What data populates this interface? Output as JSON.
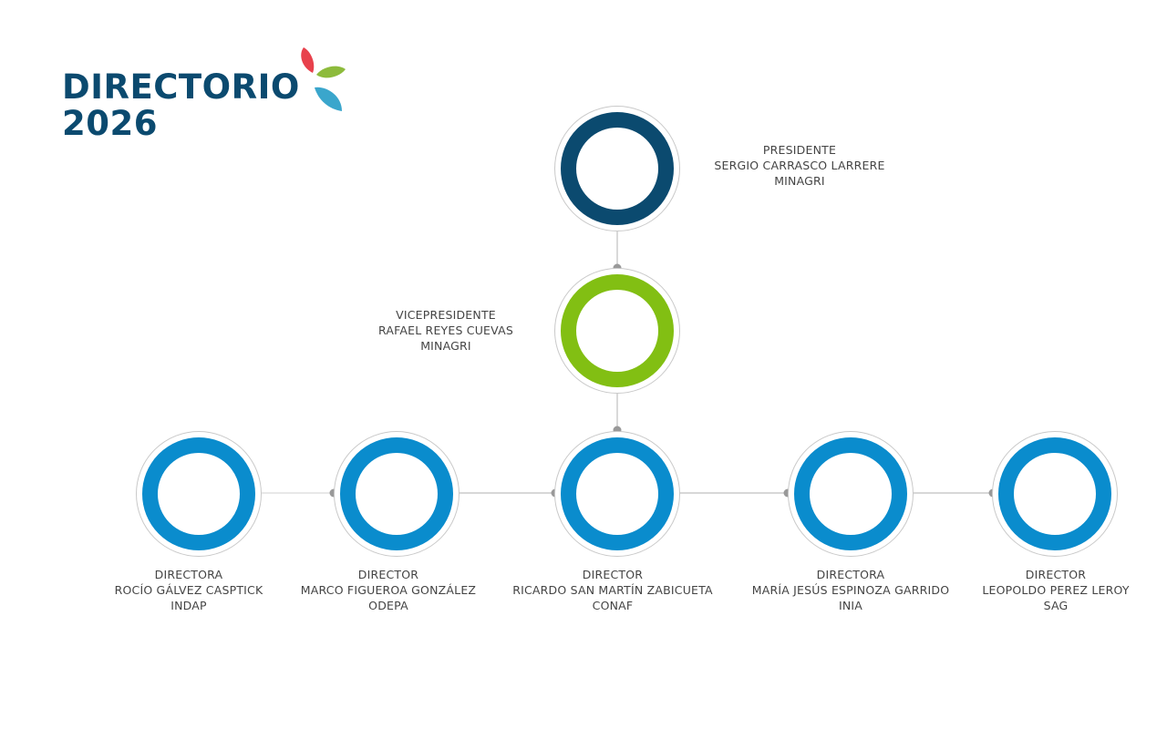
{
  "header": {
    "title_line1": "DIRECTORIO",
    "title_line2": "2026",
    "title_color": "#0b4a6f"
  },
  "logo": {
    "petal_colors": [
      "#e8414c",
      "#8dbb3c",
      "#3aa6cc"
    ]
  },
  "colors": {
    "president_ring": "#0b4a6f",
    "vice_ring": "#82bf13",
    "director_ring": "#0a8ccd",
    "connector_line": "#cccccc",
    "connector_dot": "#999999"
  },
  "president": {
    "role": "PRESIDENTE",
    "name": "SERGIO CARRASCO LARRERE",
    "org": "MINAGRI"
  },
  "vice": {
    "role": "VICEPRESIDENTE",
    "name": "RAFAEL REYES CUEVAS",
    "org": "MINAGRI"
  },
  "directors": [
    {
      "role": "DIRECTORA",
      "name": "ROCÍO GÁLVEZ CASPTICK",
      "org": "INDAP"
    },
    {
      "role": "DIRECTOR",
      "name": "MARCO FIGUEROA GONZÁLEZ",
      "org": "ODEPA"
    },
    {
      "role": "DIRECTOR",
      "name": "RICARDO SAN MARTÍN ZABICUETA",
      "org": "CONAF"
    },
    {
      "role": "DIRECTORA",
      "name": "MARÍA JESÚS ESPINOZA GARRIDO",
      "org": "INIA"
    },
    {
      "role": "DIRECTOR",
      "name": "LEOPOLDO PEREZ LEROY",
      "org": "SAG"
    }
  ]
}
